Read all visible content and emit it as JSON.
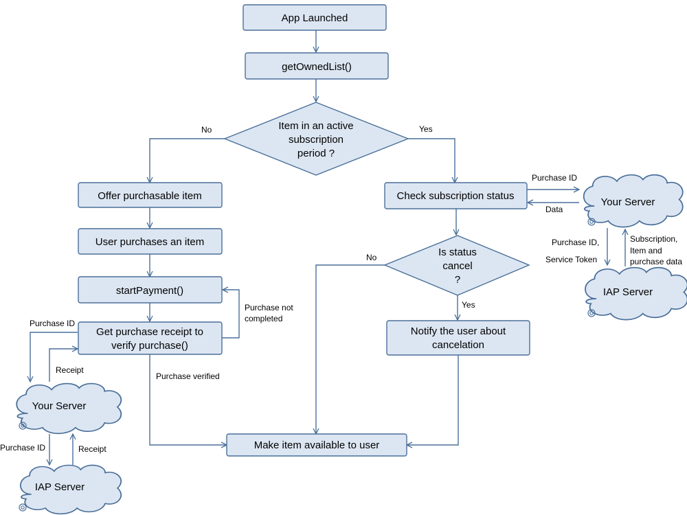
{
  "colors": {
    "box_fill": "#dce6f2",
    "box_stroke": "#4a6f99",
    "connector": "#4a6f99",
    "cloud_fill": "#dce6f2"
  },
  "nodes": {
    "app_launched": "App Launched",
    "get_owned_list": "getOwnedList()",
    "active_subscription": [
      "Item in an active",
      "subscription",
      "period ?"
    ],
    "offer_item": "Offer purchasable item",
    "user_purchases": "User purchases an item",
    "start_payment": "startPayment()",
    "get_receipt": [
      "Get purchase receipt to",
      "verify purchase()"
    ],
    "check_status": "Check subscription status",
    "is_cancel": [
      "Is status",
      "cancel",
      "?"
    ],
    "notify_user": [
      "Notify the user about",
      "cancelation"
    ],
    "make_available": "Make item available to user"
  },
  "clouds": {
    "your_server_left": "Your Server",
    "iap_server_left": "IAP Server",
    "your_server_right": "Your Server",
    "iap_server_right": "IAP Server"
  },
  "labels": {
    "no_top": "No",
    "yes_top": "Yes",
    "purchase_not_completed": [
      "Purchase not",
      "completed"
    ],
    "purchase_id_left": "Purchase ID",
    "receipt_left": "Receipt",
    "purchase_verified": "Purchase verified",
    "purchase_id_bottom": "Purchase ID",
    "receipt_bottom": "Receipt",
    "purchase_id_right": "Purchase ID",
    "data_right": "Data",
    "purchase_id_service": [
      "Purchase ID,",
      "Service Token"
    ],
    "subscription_item": [
      "Subscription,",
      "Item and",
      "purchase data"
    ],
    "no_cancel": "No",
    "yes_cancel": "Yes"
  }
}
